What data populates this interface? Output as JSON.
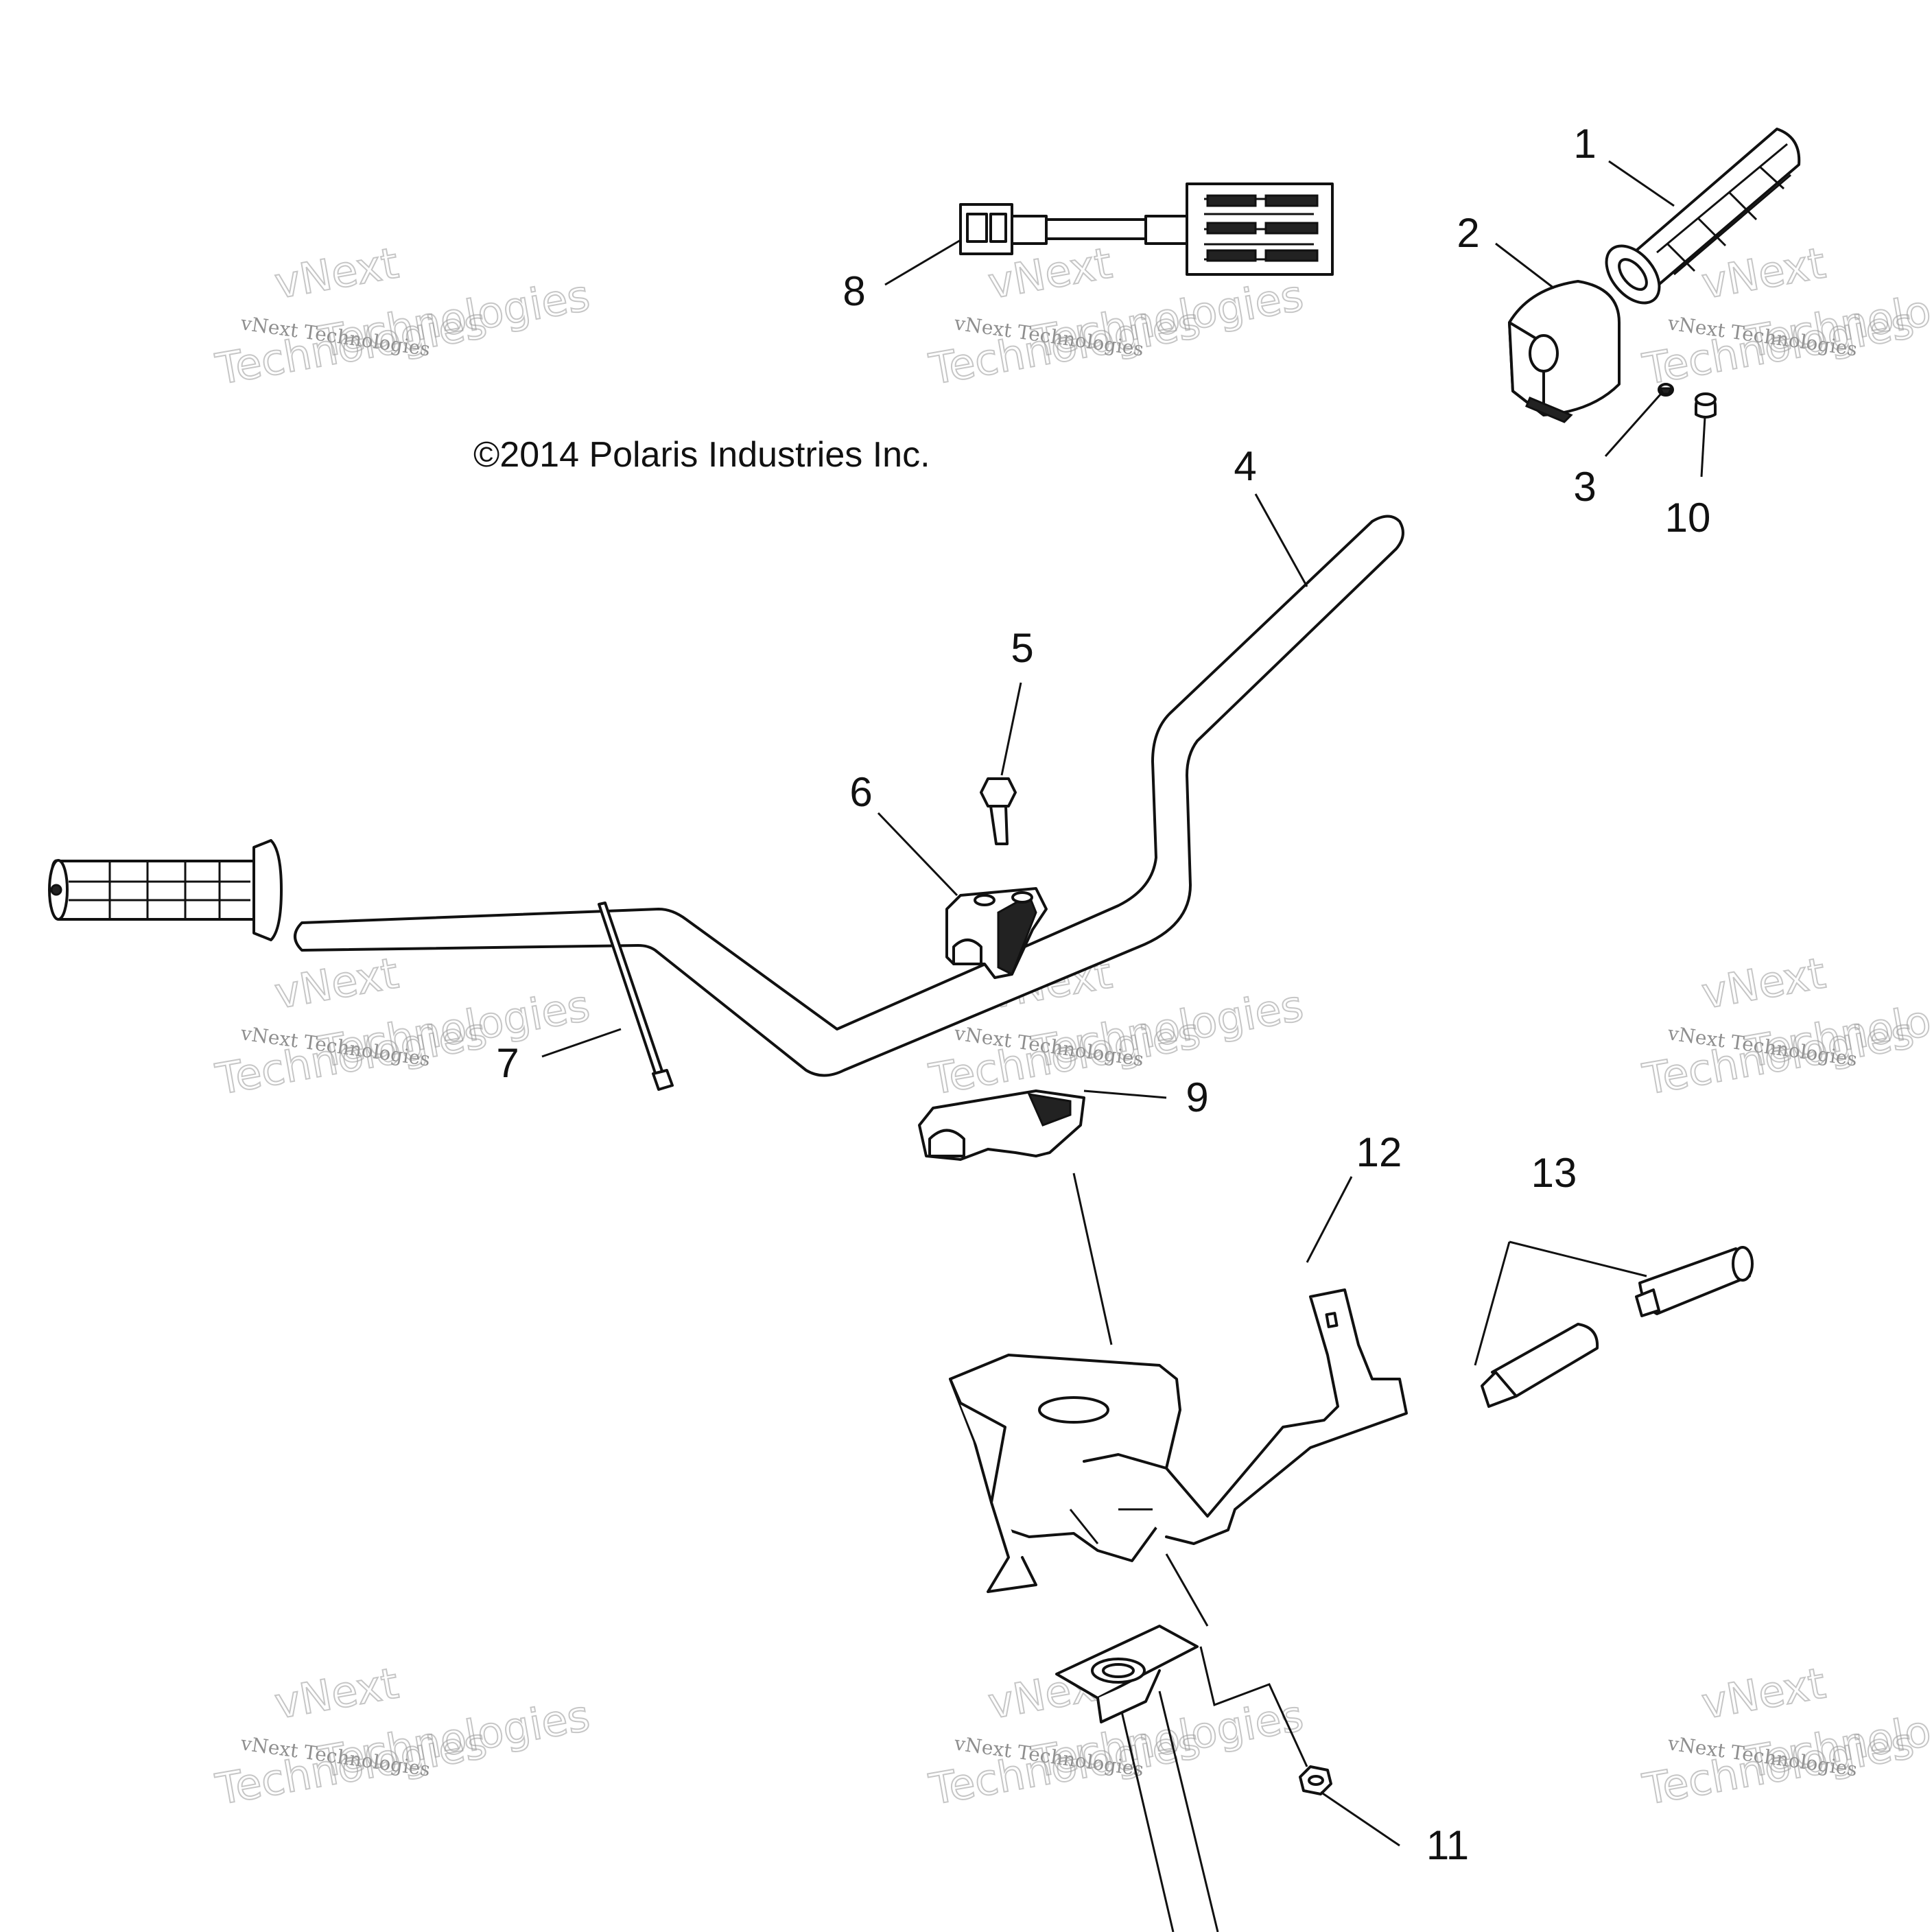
{
  "copyright": "©2014 Polaris Industries Inc.",
  "watermark": {
    "line1": "vNext",
    "line2": "vNext Technologies",
    "line3": "Technologies",
    "line4": "Technologies"
  },
  "callouts": [
    "1",
    "2",
    "3",
    "4",
    "5",
    "6",
    "7",
    "8",
    "9",
    "10",
    "11",
    "12",
    "13"
  ],
  "colors": {
    "ink": "#111111",
    "background": "#ffffff"
  }
}
